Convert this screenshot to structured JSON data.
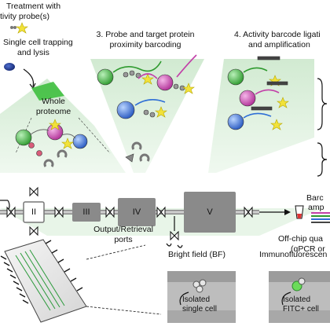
{
  "step1": {
    "treatment_line1": "Treatment with",
    "treatment_line2": "tivity probe(s)",
    "title_line1": "Single cell trapping",
    "title_line2": "and lysis",
    "whole_label_line1": "Whole",
    "whole_label_line2": "proteome"
  },
  "step3": {
    "title_line1": "3. Probe and target protein",
    "title_line2": "proximity barcoding"
  },
  "step4": {
    "title_line1": "4. Activity barcode ligati",
    "title_line2": "and amplification"
  },
  "chip": {
    "chambers": [
      "II",
      "III",
      "IV",
      "V"
    ]
  },
  "right": {
    "barcode_line1": "Barc",
    "barcode_line2": "amp",
    "offchip_line1": "Off-chip qua",
    "offchip_line2": "(qPCR or"
  },
  "bottom": {
    "ports_line1": "Output/Retrieval",
    "ports_line2": "ports",
    "bf_title": "Bright field (BF)",
    "if_title": "Immunofluorescen",
    "bf_caption_line1": "Isolated",
    "bf_caption_line2": "single cell",
    "if_caption_line1": "Isolated",
    "if_caption_line2": "FITC+ cell"
  },
  "colors": {
    "panel_green": "#dcefdc",
    "chamber_gray": "#8a8a8a",
    "cell_blue": "#1f3a8a",
    "protein_green": "#3ea63e",
    "protein_magenta": "#c23fa8",
    "protein_blue": "#2f6fd6",
    "probe_yellow": "#f2e23a",
    "ligand_pink": "#d95c7a"
  }
}
